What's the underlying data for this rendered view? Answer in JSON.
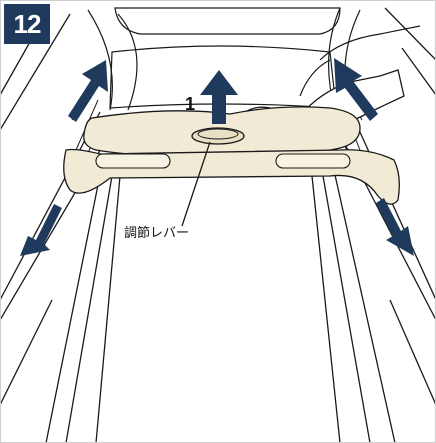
{
  "step": {
    "number": "12"
  },
  "callouts": {
    "order_number": "1",
    "lever_label": "調節レバー"
  },
  "colors": {
    "badge": "#1f3a5c",
    "arrow": "#1f3a5c",
    "panel_fill": "#f1ead4",
    "line": "#1a1a1a"
  },
  "icons": {
    "up_arrow": "arrow-up-icon",
    "diagonal_arrows": "arrow-diagonal-icon"
  }
}
